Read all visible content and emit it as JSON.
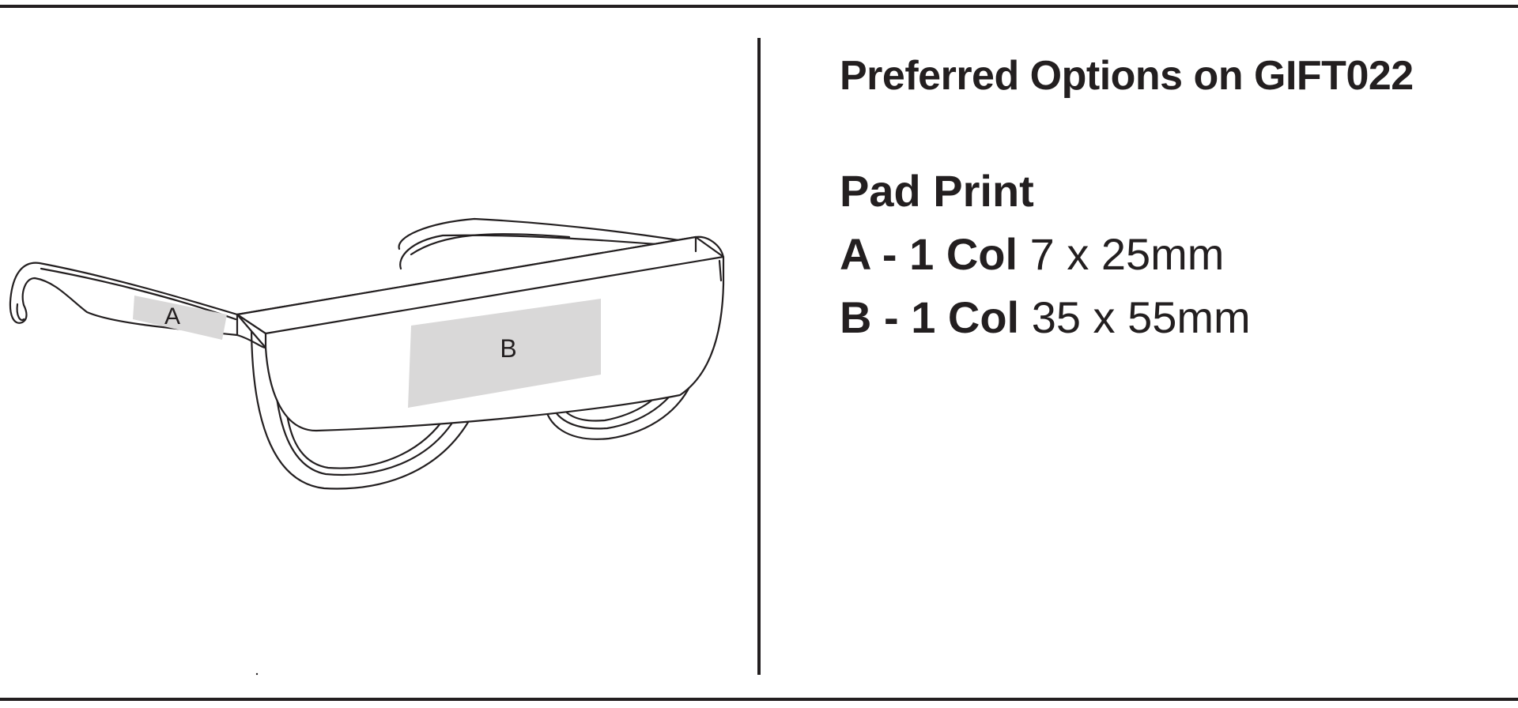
{
  "title": "Preferred Options on GIFT022",
  "method": "Pad Print",
  "options": [
    {
      "label": "A - 1 Col",
      "size": "7 x 25mm"
    },
    {
      "label": "B - 1 Col",
      "size": "35 x 55mm"
    }
  ],
  "diagram": {
    "area_a_label": "A",
    "area_b_label": "B"
  },
  "colors": {
    "line": "#231f20",
    "print_area": "#d9d8d8"
  }
}
